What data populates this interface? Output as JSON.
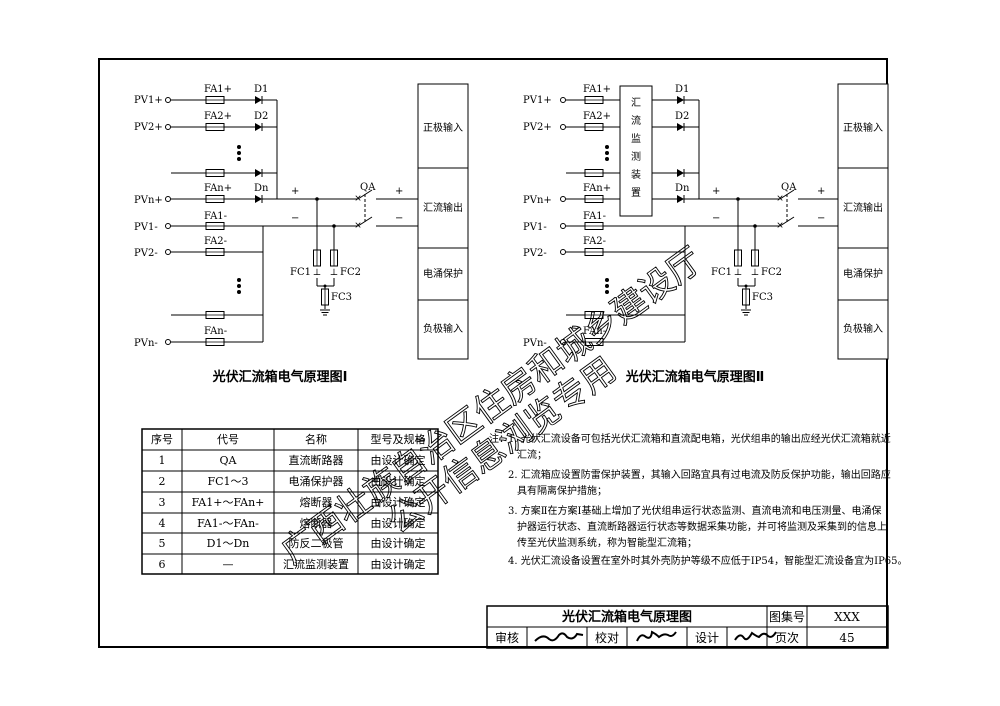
{
  "diagram1": {
    "inputs": {
      "pv1p": "PV1+",
      "pv2p": "PV2+",
      "pvnp": "PVn+",
      "pv1m": "PV1-",
      "pv2m": "PV2-",
      "pvnm": "PVn-"
    },
    "fuses": {
      "fa1p": "FA1+",
      "fa2p": "FA2+",
      "fanp": "FAn+",
      "fa1m": "FA1-",
      "fa2m": "FA2-",
      "fanm": "FAn-"
    },
    "diodes": {
      "d1": "D1",
      "d2": "D2",
      "dn": "Dn"
    },
    "spd": {
      "fc1": "FC1",
      "fc2": "FC2",
      "fc3": "FC3"
    },
    "breaker": "QA",
    "plus": "+",
    "minus": "−",
    "blocks": [
      "正极输入",
      "汇流输出",
      "电涌保护",
      "负极输入"
    ],
    "title": "光伏汇流箱电气原理图Ⅰ"
  },
  "diagram2": {
    "monitor": "汇流监测装置",
    "title": "光伏汇流箱电气原理图Ⅱ"
  },
  "table": {
    "headers": [
      "序号",
      "代号",
      "名称",
      "型号及规格"
    ],
    "rows": [
      [
        "1",
        "QA",
        "直流断路器",
        "由设计确定"
      ],
      [
        "2",
        "FC1～3",
        "电涌保护器",
        "由设计确定"
      ],
      [
        "3",
        "FA1+～FAn+",
        "熔断器",
        "由设计确定"
      ],
      [
        "4",
        "FA1-～FAn-",
        "熔断器",
        "由设计确定"
      ],
      [
        "5",
        "D1～Dn",
        "防反二极管",
        "由设计确定"
      ],
      [
        "6",
        "—",
        "汇流监测装置",
        "由设计确定"
      ]
    ]
  },
  "notes": {
    "prefix": "注：",
    "lines": [
      "1. 光伏汇流设备可包括光伏汇流箱和直流配电箱，光伏组串的输出应经光伏汇流箱就近",
      "汇流；",
      "2. 汇流箱应设置防雷保护装置，其输入回路宜具有过电流及防反保护功能，输出回路应",
      "具有隔离保护措施；",
      "3. 方案Ⅱ在方案Ⅰ基础上增加了光伏组串运行状态监测、直流电流和电压测量、电涌保",
      "护器运行状态、直流断路器运行状态等数据采集功能，并可将监测及采集到的信息上",
      "传至光伏监测系统，称为智能型汇流箱；",
      "4. 光伏汇流设备设置在室外时其外壳防护等级不应低于IP54，智能型汇流设备宜为IP65。"
    ]
  },
  "title_block": {
    "title": "光伏汇流箱电气原理图",
    "atlas_label": "图集号",
    "atlas_value": "XXX",
    "review_label": "审核",
    "check_label": "校对",
    "design_label": "设计",
    "page_label": "页次",
    "page_value": "45"
  },
  "watermark": {
    "line1": "广西壮族自治区住房和城乡建设厅",
    "line2": "公开信息浏览专用"
  }
}
